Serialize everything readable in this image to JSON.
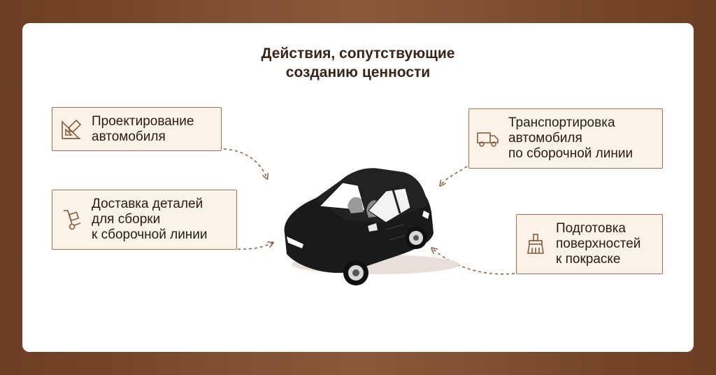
{
  "title": "Действия, сопутствующие\nсозданию ценности",
  "steps": [
    {
      "label": "Проектирование\nавтомобиля",
      "icon": "drafting-tools-icon"
    },
    {
      "label": "Доставка деталей\nдля сборки\nк сборочной линии",
      "icon": "hand-truck-icon"
    },
    {
      "label": "Транспортировка\nавтомобиля\nпо сборочной линии",
      "icon": "delivery-truck-icon"
    },
    {
      "label": "Подготовка\nповерхностей\nк покраске",
      "icon": "paint-brush-icon"
    }
  ],
  "center_image": "car-illustration",
  "colors": {
    "background": "#7a4a2e",
    "box_fill": "#fbf3e9",
    "box_border": "#a07050",
    "arrow": "#8a5a3a",
    "car": "#1a1a1a"
  }
}
